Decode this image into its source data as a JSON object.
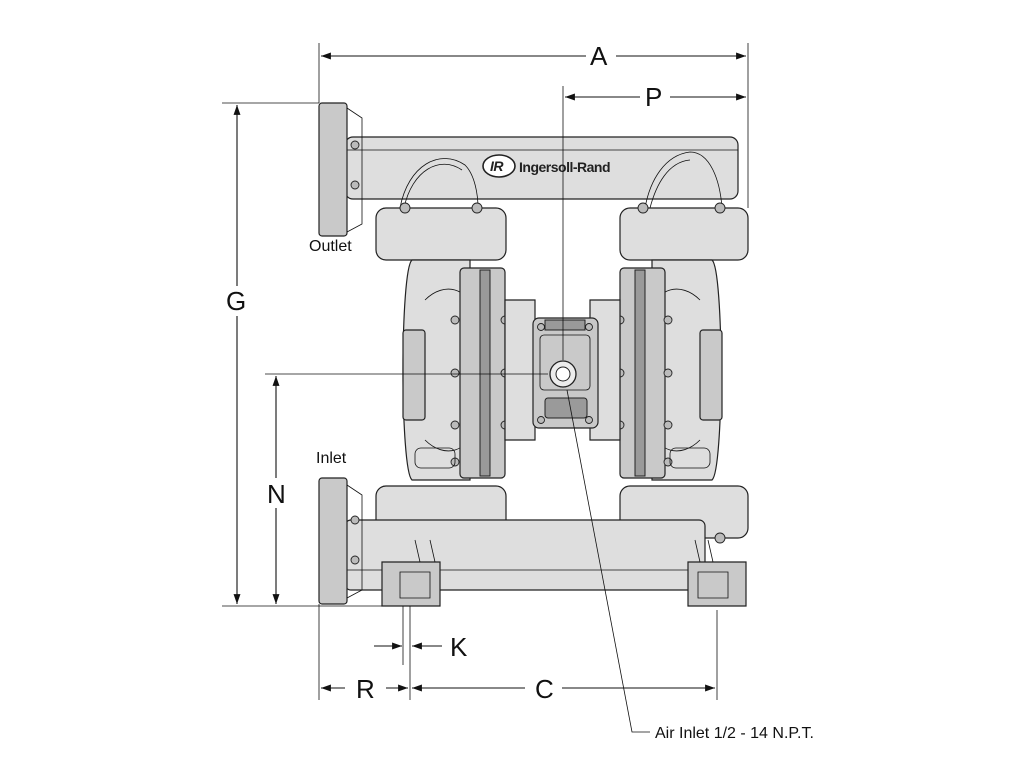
{
  "diagram": {
    "dimensions": {
      "A": "A",
      "P": "P",
      "G": "G",
      "N": "N",
      "K": "K",
      "R": "R",
      "C": "C"
    },
    "labels": {
      "outlet": "Outlet",
      "inlet": "Inlet",
      "air_inlet": "Air Inlet 1/2 - 14 N.P.T."
    },
    "logo": {
      "mark": "IR",
      "brand": "Ingersoll-Rand"
    }
  }
}
